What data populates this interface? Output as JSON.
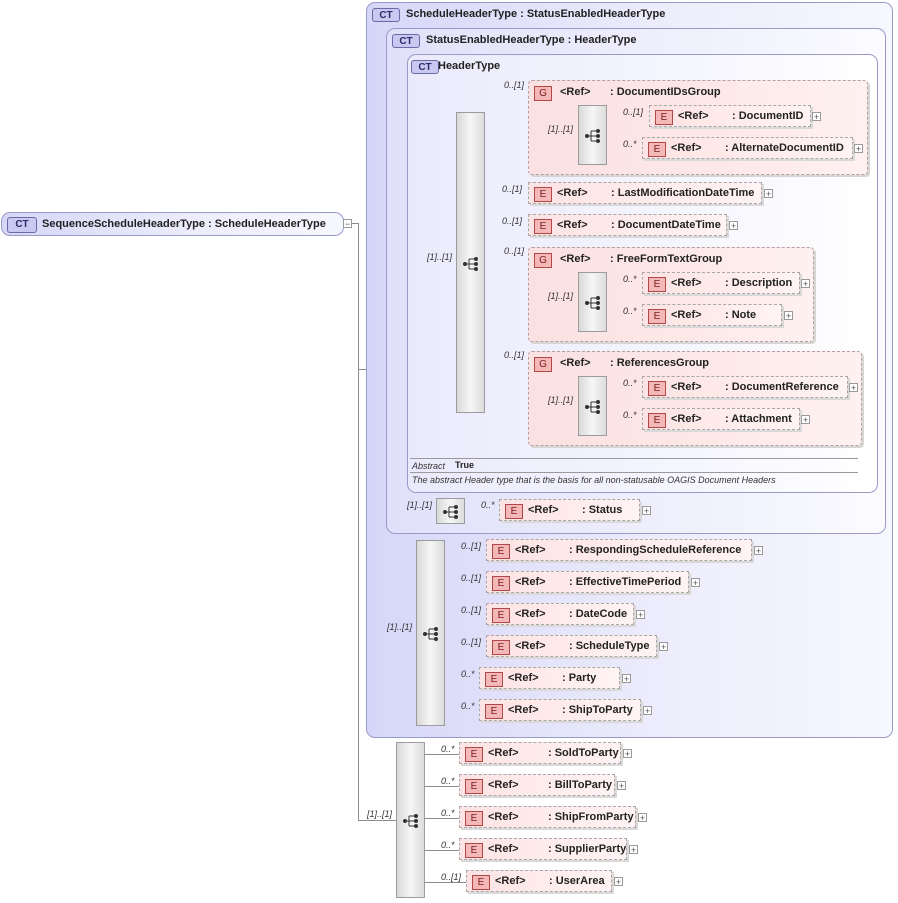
{
  "root": {
    "badge": "CT",
    "title": "SequenceScheduleHeaderType : ScheduleHeaderType"
  },
  "schedule_header": {
    "badge": "CT",
    "title": "ScheduleHeaderType : StatusEnabledHeaderType"
  },
  "status_enabled": {
    "badge": "CT",
    "title": "StatusEnabledHeaderType : HeaderType"
  },
  "header_type": {
    "badge": "CT",
    "title": "HeaderType",
    "abstract_label": "Abstract",
    "abstract_value": "True",
    "description": "The abstract Header type that is the basis for all non-statusable OAGIS Document Headers"
  },
  "ref_label": "<Ref>",
  "element_badge": "E",
  "group_badge": "G",
  "sequence_cards": {
    "header_seq": "[1]..[1]",
    "docid_group_seq": "[1]..[1]",
    "freeform_group_seq": "[1]..[1]",
    "references_group_seq": "[1]..[1]",
    "status_seq": "[1]..[1]",
    "schedule_seq": "[1]..[1]",
    "sequence_seq": "[1]..[1]"
  },
  "groups": {
    "document_ids": {
      "name": ": DocumentIDsGroup",
      "card": "0..[1]"
    },
    "free_form_text": {
      "name": ": FreeFormTextGroup",
      "card": "0..[1]"
    },
    "references": {
      "name": ": ReferencesGroup",
      "card": "0..[1]"
    }
  },
  "elements": {
    "document_id": {
      "name": ": DocumentID",
      "card": "0..[1]"
    },
    "alternate_document_id": {
      "name": ": AlternateDocumentID",
      "card": "0..*"
    },
    "last_modification": {
      "name": ": LastModificationDateTime",
      "card": "0..[1]"
    },
    "document_date_time": {
      "name": ": DocumentDateTime",
      "card": "0..[1]"
    },
    "description": {
      "name": ": Description",
      "card": "0..*"
    },
    "note": {
      "name": ": Note",
      "card": "0..*"
    },
    "document_reference": {
      "name": ": DocumentReference",
      "card": "0..*"
    },
    "attachment": {
      "name": ": Attachment",
      "card": "0..*"
    },
    "status": {
      "name": ": Status",
      "card": "0..*"
    },
    "responding_schedule_reference": {
      "name": ": RespondingScheduleReference",
      "card": "0..[1]"
    },
    "effective_time_period": {
      "name": ": EffectiveTimePeriod",
      "card": "0..[1]"
    },
    "date_code": {
      "name": ": DateCode",
      "card": "0..[1]"
    },
    "schedule_type": {
      "name": ": ScheduleType",
      "card": "0..[1]"
    },
    "party": {
      "name": ": Party",
      "card": "0..*"
    },
    "ship_to_party": {
      "name": ": ShipToParty",
      "card": "0..*"
    },
    "sold_to_party": {
      "name": ": SoldToParty",
      "card": "0..*"
    },
    "bill_to_party": {
      "name": ": BillToParty",
      "card": "0..*"
    },
    "ship_from_party": {
      "name": ": ShipFromParty",
      "card": "0..*"
    },
    "supplier_party": {
      "name": ": SupplierParty",
      "card": "0..*"
    },
    "user_area": {
      "name": ": UserArea",
      "card": "0..[1]"
    }
  }
}
